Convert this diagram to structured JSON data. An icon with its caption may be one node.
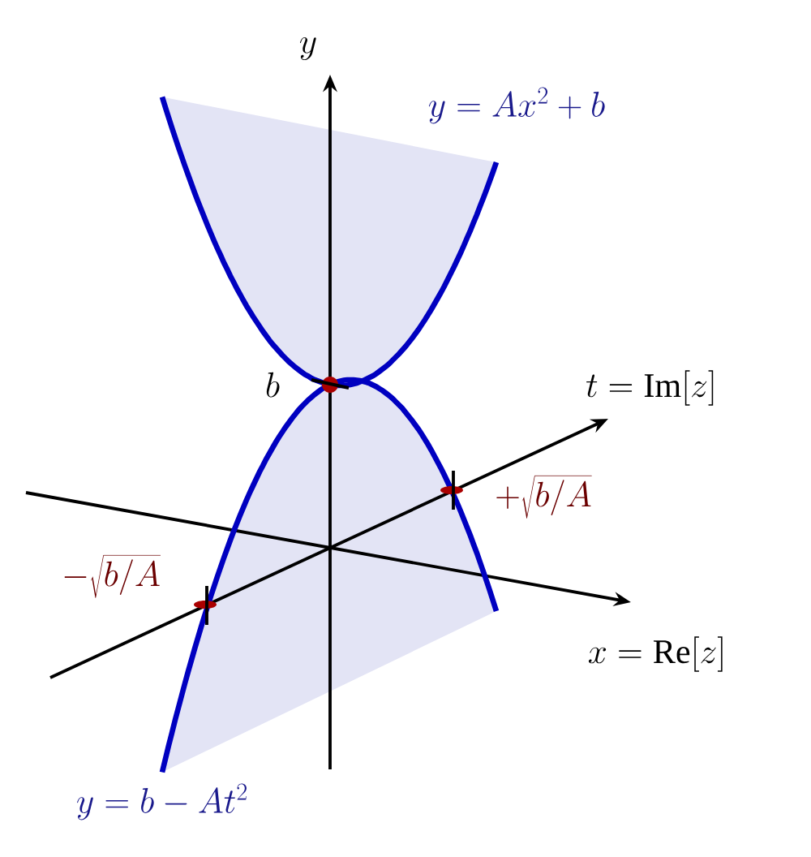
{
  "diagram": {
    "labels": [
      "y",
      "y = Ax^2 + b",
      "b",
      "t = \\mathrm{Im}[z]",
      "+\\sqrt{b/A}",
      "-\\sqrt{b/A}",
      "x = \\mathrm{Re}[z]",
      "y = b - At^2"
    ]
  }
}
